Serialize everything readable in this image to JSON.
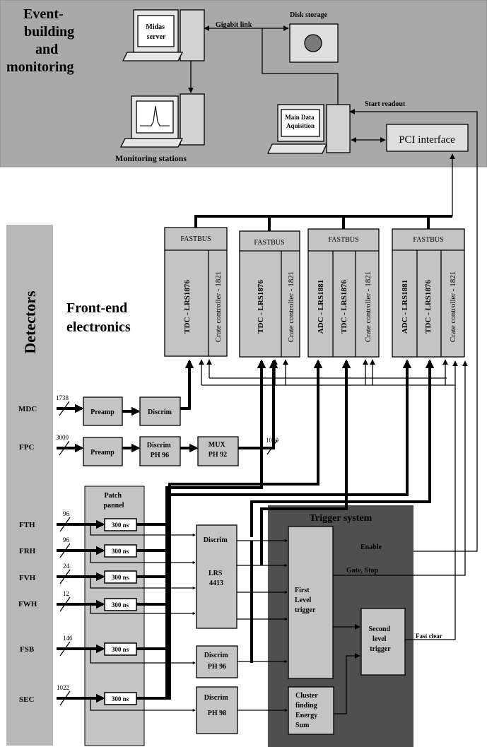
{
  "top": {
    "title_lines": [
      "Event-",
      "building",
      "and",
      "monitoring"
    ],
    "midas_lines": [
      "Midas",
      "server"
    ],
    "gigabit_label": "Gigabit link",
    "disk_label": "Disk storage",
    "monitoring_label": "Monitoring stations",
    "start_readout_label": "Start readout",
    "main_daq_lines": [
      "Main Data",
      "Aquisition"
    ],
    "pci_label": "PCI interface"
  },
  "fastbus": {
    "header_label": "FASTBUS",
    "crates": [
      {
        "modules": [
          "TDC - LRS1876",
          "Crate controller - 1821"
        ]
      },
      {
        "modules": [
          "TDC - LRS1876",
          "Crate controller - 1821"
        ]
      },
      {
        "modules": [
          "ADC - LRS1881",
          "TDC - LRS1876",
          "Crate controller - 1821"
        ]
      },
      {
        "modules": [
          "ADC - LRS1881",
          "TDC - LRS1876",
          "Crate controller - 1821"
        ]
      }
    ]
  },
  "frontend_lines": [
    "Front-end",
    "electronics"
  ],
  "detectors": {
    "title": "Detectors",
    "rows": [
      {
        "name": "MDC",
        "count": "1738"
      },
      {
        "name": "FPC",
        "count": "3000"
      },
      {
        "name": "FTH",
        "count": "96"
      },
      {
        "name": "FRH",
        "count": "96"
      },
      {
        "name": "FVH",
        "count": "24"
      },
      {
        "name": "FWH",
        "count": "12"
      },
      {
        "name": "FSB",
        "count": "146"
      },
      {
        "name": "SEC",
        "count": "1022"
      }
    ]
  },
  "electronics": {
    "preamp_label": "Preamp",
    "discrim_label": "Discrim",
    "discrim_ph96_lines": [
      "Discrim",
      "PH 96"
    ],
    "mux_lines": [
      "MUX",
      "PH 92"
    ],
    "mux_count": "1000",
    "patch_lines": [
      "Patch",
      "pannel"
    ],
    "delay_label": "300 ns",
    "lrs_lines": [
      "Discrim",
      "LRS",
      "4413"
    ],
    "discrim_fsb_lines": [
      "Discrim",
      "PH 96"
    ],
    "discrim_sec_lines": [
      "Discrim",
      "PH 98"
    ]
  },
  "trigger": {
    "title": "Trigger system",
    "enable_label": "Enable",
    "gate_stop_label": "Gate, Stop",
    "first_level_lines": [
      "First",
      "Level",
      "trigger"
    ],
    "second_level_lines": [
      "Second",
      "level",
      "trigger"
    ],
    "fast_clear_label": "Fast clear",
    "cluster_lines": [
      "Cluster",
      "finding",
      "Energy",
      "Sum"
    ]
  },
  "colors": {
    "top_panel": "#a9a9a9",
    "detector_bar": "#b8b8b8",
    "box_fill": "#c4c4c4",
    "trigger_panel": "#4f4f4f"
  }
}
